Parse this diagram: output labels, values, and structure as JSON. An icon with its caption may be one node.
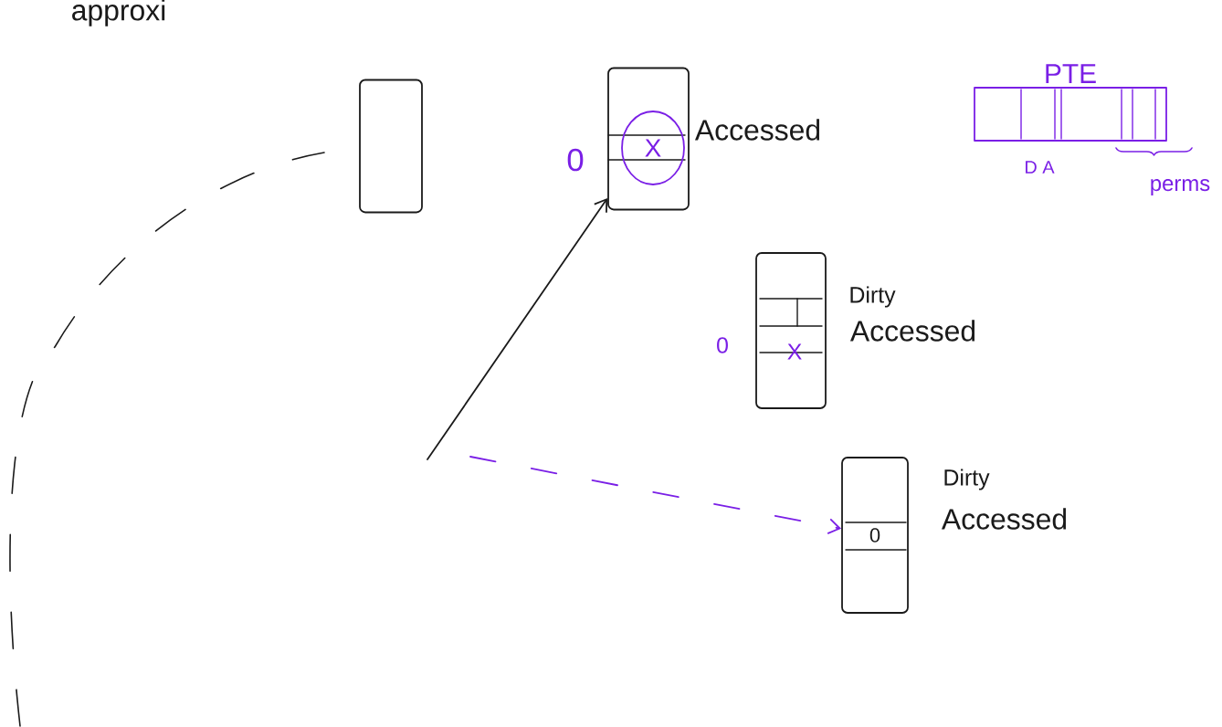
{
  "diagram": {
    "nodes": [
      {
        "text": [],
        "shape": "box"
      },
      {
        "text": [],
        "shape": "box",
        "beside": [
          "Accessed"
        ]
      },
      {
        "text": [],
        "shape": "box",
        "beside": [
          "Dirty",
          "Accessed"
        ]
      },
      {
        "text": [
          "0"
        ],
        "beside": [
          "Dirty",
          "Accessed"
        ]
      },
      {
        "text": [
          "PTE"
        ],
        "beside": [
          "D A",
          "perms"
        ]
      }
    ],
    "edges": [
      {
        "from": null,
        "to": 1,
        "arrow": "to"
      },
      {
        "from": null,
        "to": 3,
        "arrow": "to",
        "style": "dashed",
        "color": "#7a1fe6"
      }
    ],
    "labels": [
      "approxi",
      "0",
      "X",
      "0",
      "X"
    ]
  }
}
